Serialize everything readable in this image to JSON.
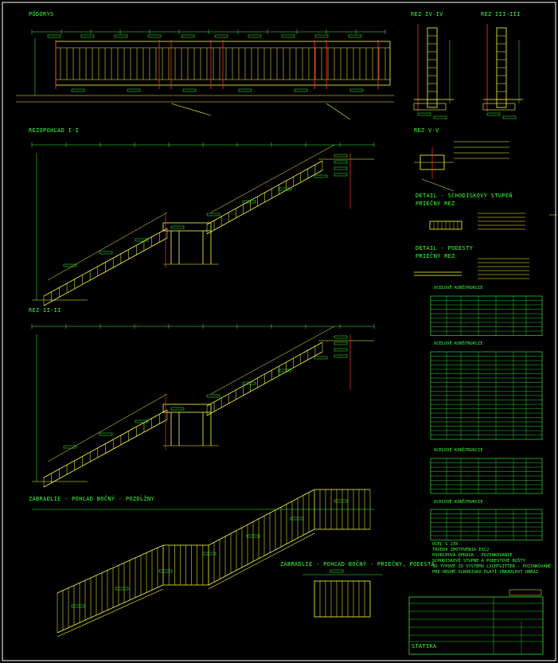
{
  "views": {
    "plan": "PÔDORYS",
    "sec_iv": "REZ IV-IV",
    "sec_iii": "REZ III-III",
    "sec_v": "REZ V-V",
    "elev": "REZOPOHĽAD I-I",
    "sec_ii": "REZ II-II",
    "rail_long": "ZÁBRADLIE - POHĽAD BOČNÝ - POZDĹŽNY",
    "rail_cross": "ZÁBRADLIE - POHĽAD BOČNÝ - PRIEČNY, PODESTA"
  },
  "details": {
    "step_title": "DETAIL - SCHODISKOVÝ STUPEŇ",
    "step_sub": "PRIEČNY REZ",
    "land_title": "DETAIL - PODESTY",
    "land_sub": "PRIEČNY REZ"
  },
  "tables": [
    {
      "title": "OCEĽOVÉ KONŠTRUKCIE"
    },
    {
      "title": "OCEĽOVÉ KONŠTRUKCIE"
    },
    {
      "title": "OCEĽOVÉ KONŠTRUKCIE"
    },
    {
      "title": "OCEĽOVÉ KONŠTRUKCIE"
    }
  ],
  "notes": [
    "OCEĽ S 235",
    "TRIEDA ZHOTOVENIA EXC2",
    "POVRCHOVÁ ÚPRAVA - POZINKOVANIE",
    "SCHODISKOVÉ STUPNE A PODESTOVÉ ROŠTY",
    "SÚ TYPOVÉ ZO SYSTÉMU LICHTGITTER - POZINKOVANÉ",
    "PRE DRUHÉ SCHODISKO PLATÍ ZRKADLOVÝ OBRAZ"
  ],
  "title_block": {
    "part": "STATIKA"
  },
  "colors": {
    "line": "#ffff40",
    "text": "#39ff39",
    "dim": "#39ff39",
    "accent": "#ff3030",
    "cyan": "#39d0ff",
    "frame": "#ffffff"
  }
}
